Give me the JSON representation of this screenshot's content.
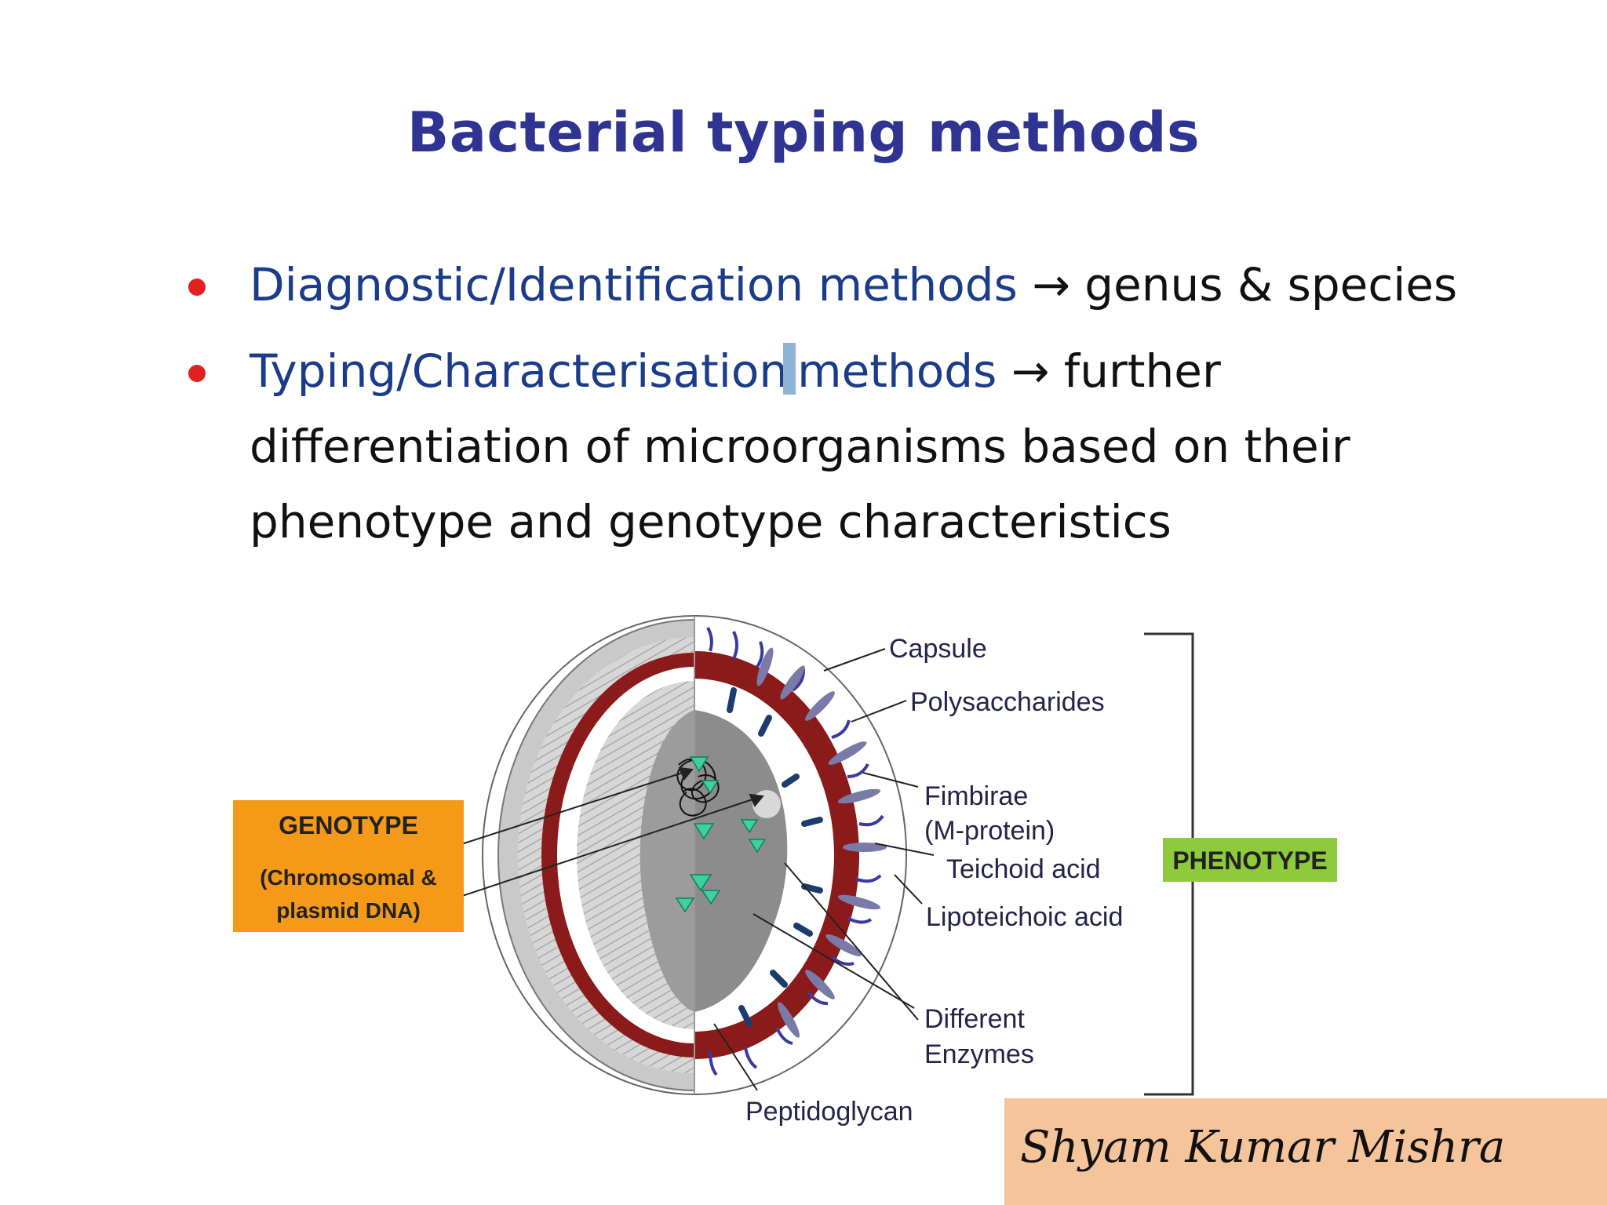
{
  "title": "Bacterial typing methods",
  "bullets": [
    {
      "lead": "Diagnostic/Identification methods",
      "arrow": "→",
      "rest": "genus & species"
    },
    {
      "lead": "Typing/Characterisation",
      "lead2": "methods",
      "arrow": "→",
      "rest": "further",
      "rest_lines": [
        "differentiation of microorganisms based on their",
        "phenotype and genotype characteristics"
      ]
    }
  ],
  "diagram": {
    "labels": {
      "capsule": "Capsule",
      "polysaccharides": "Polysaccharides",
      "fimbirae_1": "Fimbirae",
      "fimbirae_2": "(M-protein)",
      "teichoid": "Teichoid acid",
      "lipoteichoic": "Lipoteichoic acid",
      "enzymes_1": "Different",
      "enzymes_2": "Enzymes",
      "peptidoglycan": "Peptidoglycan"
    },
    "genotype": {
      "title": "GENOTYPE",
      "line1": "(Chromosomal &",
      "line2": "plasmid DNA)",
      "color": "#f59a18"
    },
    "phenotype": {
      "title": "PHENOTYPE",
      "color": "#8dcb3c"
    },
    "colors": {
      "wall": "#8b1b1b",
      "cytoplasm": "#8c8c8c",
      "proteins": "#3fcfa0",
      "fimbriae": "#3a3aa0"
    }
  },
  "signature": "Shyam Kumar Mishra"
}
